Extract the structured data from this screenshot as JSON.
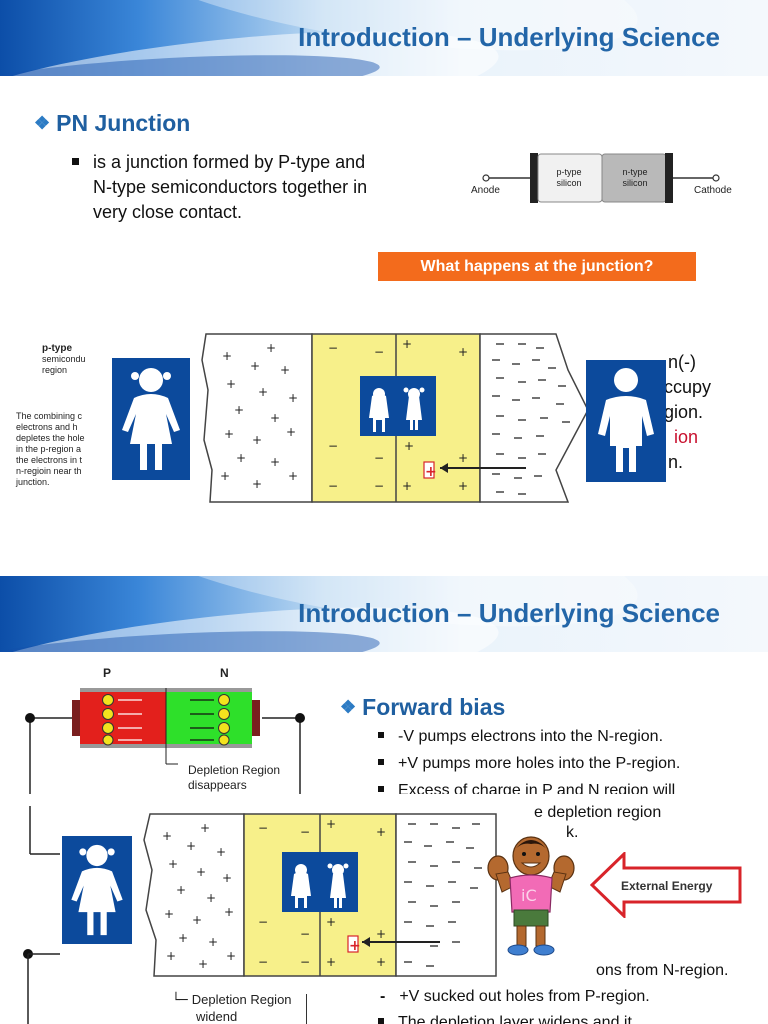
{
  "slides": [
    {
      "title": "Introduction – Underlying Science",
      "heading": "PN Junction",
      "bullet": "is a junction formed by P-type and N-type semiconductors together in very close contact.",
      "bullet_lines": [
        "is a junction formed by P-type and",
        "N-type semiconductors together in",
        "very close contact."
      ],
      "diagram": {
        "anode": "Anode",
        "cathode": "Cathode",
        "p_label": [
          "p-type",
          "silicon"
        ],
        "n_label": [
          "n-type",
          "silicon"
        ]
      },
      "question_button": "What happens at the junction?",
      "left_note": {
        "title": "p-type",
        "sub": [
          "semicondu",
          "region"
        ],
        "body": [
          "The combining c",
          "electrons and  h",
          "depletes the hole",
          "in the p-region a",
          "the electrons in t",
          "n-regioin near th",
          "junction."
        ]
      },
      "right_fragments": [
        "n(-)",
        "ccupy",
        "gion.",
        "ion",
        "n."
      ]
    },
    {
      "title": "Introduction – Underlying Science",
      "heading": "Forward bias",
      "diagram": {
        "p": "P",
        "n": "N",
        "depletion_disappears": [
          "Depletion Region",
          "disappears"
        ],
        "depletion_widens": [
          "Depletion Region",
          "widend"
        ]
      },
      "bullets": [
        "-V pumps electrons into the N-region.",
        "+V pumps more holes into the P-region.",
        "Excess of charge in P and N region will",
        "e depletion region",
        "k."
      ],
      "external_energy": "External Energy",
      "lower_lines": [
        "ons from N-region.",
        "+V sucked out holes from P-region.",
        "The depletion layer widens and it"
      ],
      "dash": "-"
    }
  ],
  "colors": {
    "title_blue": "#2366a8",
    "heading_blue": "#1f5fa0",
    "accent_orange": "#f36b1c",
    "sign_blue": "#0c4a9c",
    "depletion_yellow": "#f7f08a",
    "arrow_red": "#d8242a"
  }
}
